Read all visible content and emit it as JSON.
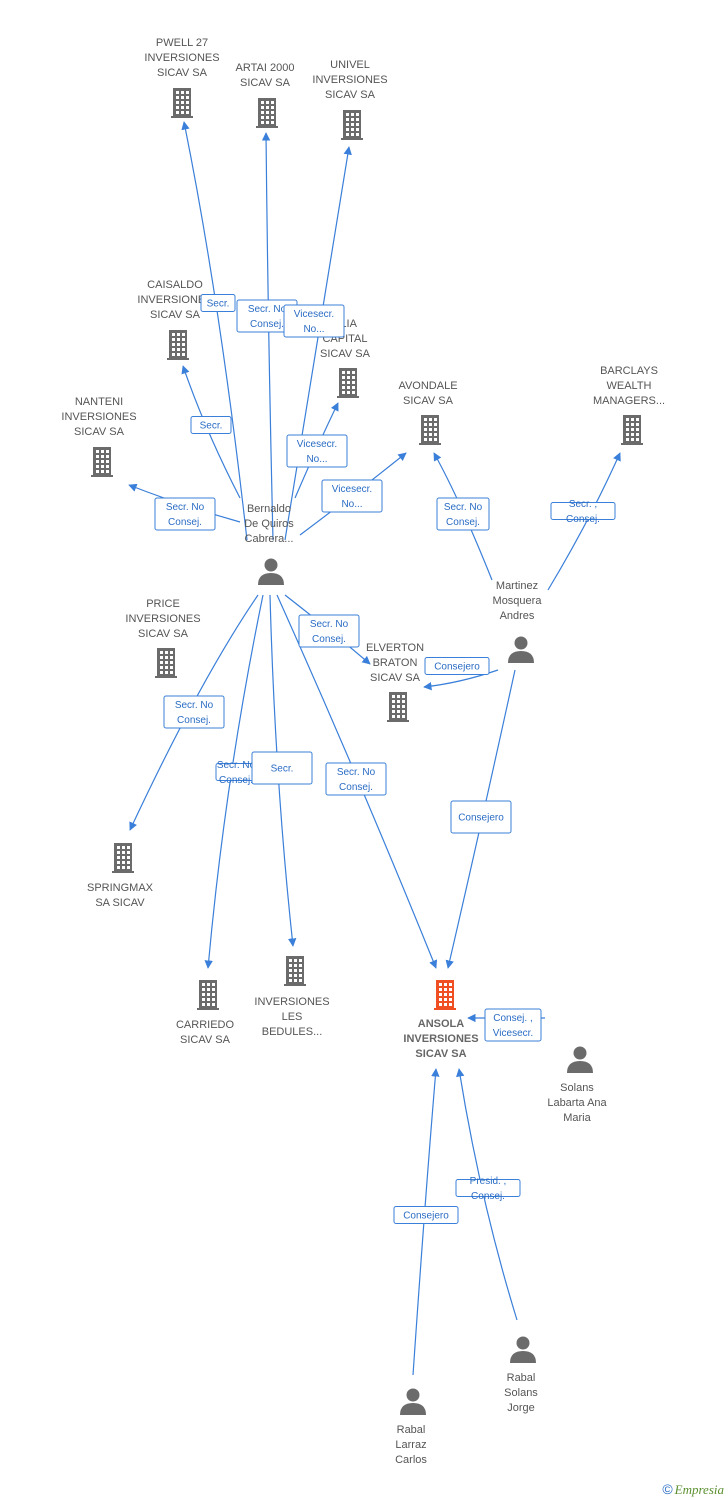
{
  "colors": {
    "edge": "#3a7fd9",
    "node": "#6b6b6b",
    "main_node": "#f04e23",
    "label_border": "#3a7fd9"
  },
  "footer": {
    "copyright": "©",
    "brand": "Empresia"
  },
  "nodes": [
    {
      "id": "pwell",
      "type": "company",
      "lines": [
        "PWELL 27",
        "INVERSIONES",
        "SICAV SA"
      ]
    },
    {
      "id": "artai",
      "type": "company",
      "lines": [
        "ARTAI 2000",
        "SICAV SA"
      ]
    },
    {
      "id": "univel",
      "type": "company",
      "lines": [
        "UNIVEL",
        "INVERSIONES",
        "SICAV SA"
      ]
    },
    {
      "id": "caisaldo",
      "type": "company",
      "lines": [
        "CAISALDO",
        "INVERSIONES",
        "SICAV SA"
      ]
    },
    {
      "id": "alia",
      "type": "company",
      "lines": [
        "ALIA",
        "CAPITAL",
        "SICAV SA"
      ]
    },
    {
      "id": "avondale",
      "type": "company",
      "lines": [
        "AVONDALE",
        "SICAV SA"
      ]
    },
    {
      "id": "barclays",
      "type": "company",
      "lines": [
        "BARCLAYS",
        "WEALTH",
        "MANAGERS..."
      ]
    },
    {
      "id": "nanteni",
      "type": "company",
      "lines": [
        "NANTENI",
        "INVERSIONES",
        "SICAV SA"
      ]
    },
    {
      "id": "bernaldo",
      "type": "person",
      "lines": [
        "Bernaldo",
        "De Quiros",
        "Cabrera..."
      ]
    },
    {
      "id": "martinez",
      "type": "person",
      "lines": [
        "Martinez",
        "Mosquera",
        "Andres"
      ]
    },
    {
      "id": "price",
      "type": "company",
      "lines": [
        "PRICE",
        "INVERSIONES",
        "SICAV SA"
      ]
    },
    {
      "id": "elverton",
      "type": "company",
      "lines": [
        "ELVERTON",
        "BRATON",
        "SICAV SA"
      ]
    },
    {
      "id": "springmax",
      "type": "company",
      "lines": [
        "SPRINGMAX",
        "SA SICAV"
      ]
    },
    {
      "id": "carriedo",
      "type": "company",
      "lines": [
        "CARRIEDO",
        "SICAV SA"
      ]
    },
    {
      "id": "bedules",
      "type": "company",
      "lines": [
        "INVERSIONES",
        "LES",
        "BEDULES..."
      ]
    },
    {
      "id": "ansola",
      "type": "main",
      "lines": [
        "ANSOLA",
        "INVERSIONES",
        "SICAV SA"
      ]
    },
    {
      "id": "solans_ana",
      "type": "person",
      "lines": [
        "Solans",
        "Labarta Ana",
        "Maria"
      ]
    },
    {
      "id": "rabal_jorge",
      "type": "person",
      "lines": [
        "Rabal",
        "Solans",
        "Jorge"
      ]
    },
    {
      "id": "rabal_carlos",
      "type": "person",
      "lines": [
        "Rabal",
        "Larraz",
        "Carlos"
      ]
    }
  ],
  "edges": [
    {
      "from": "bernaldo",
      "to": "pwell",
      "lines": [
        "Secr."
      ]
    },
    {
      "from": "bernaldo",
      "to": "artai",
      "lines": [
        "Secr. No",
        "Consej."
      ]
    },
    {
      "from": "bernaldo",
      "to": "univel",
      "lines": [
        "Vicesecr.",
        "No..."
      ]
    },
    {
      "from": "bernaldo",
      "to": "caisaldo",
      "lines": [
        "Secr."
      ]
    },
    {
      "from": "bernaldo",
      "to": "alia",
      "lines": [
        "Vicesecr.",
        "No..."
      ]
    },
    {
      "from": "bernaldo",
      "to": "avondale",
      "lines": [
        "Vicesecr.",
        "No..."
      ]
    },
    {
      "from": "bernaldo",
      "to": "nanteni",
      "lines": [
        "Secr. No",
        "Consej."
      ]
    },
    {
      "from": "bernaldo",
      "to": "price",
      "lines": [
        "Secr. No",
        "Consej."
      ]
    },
    {
      "from": "bernaldo",
      "to": "elverton",
      "lines": [
        "Secr. No",
        "Consej."
      ]
    },
    {
      "from": "bernaldo",
      "to": "springmax",
      "lines": [
        "Secr. No",
        "Consej."
      ]
    },
    {
      "from": "bernaldo",
      "to": "carriedo",
      "lines": [
        "Secr."
      ]
    },
    {
      "from": "bernaldo",
      "to": "bedules",
      "lines": [
        "Secr. No",
        "Consej."
      ]
    },
    {
      "from": "bernaldo",
      "to": "ansola",
      "lines": [
        "Secr. No",
        "Consej."
      ]
    },
    {
      "from": "martinez",
      "to": "avondale",
      "lines": [
        "Secr. ,",
        "Consej."
      ]
    },
    {
      "from": "martinez",
      "to": "barclays",
      "lines": [
        "Consejero"
      ]
    },
    {
      "from": "martinez",
      "to": "elverton",
      "lines": [
        "Consejero"
      ]
    },
    {
      "from": "martinez",
      "to": "ansola",
      "lines": [
        "Consej. ,",
        "Vicesecr."
      ]
    },
    {
      "from": "solans_ana",
      "to": "ansola",
      "lines": [
        "Presid. ,",
        "Consej."
      ]
    },
    {
      "from": "rabal_jorge",
      "to": "ansola",
      "lines": [
        "Consejero"
      ]
    },
    {
      "from": "rabal_carlos",
      "to": "ansola",
      "lines": [
        "Consejero"
      ]
    }
  ]
}
